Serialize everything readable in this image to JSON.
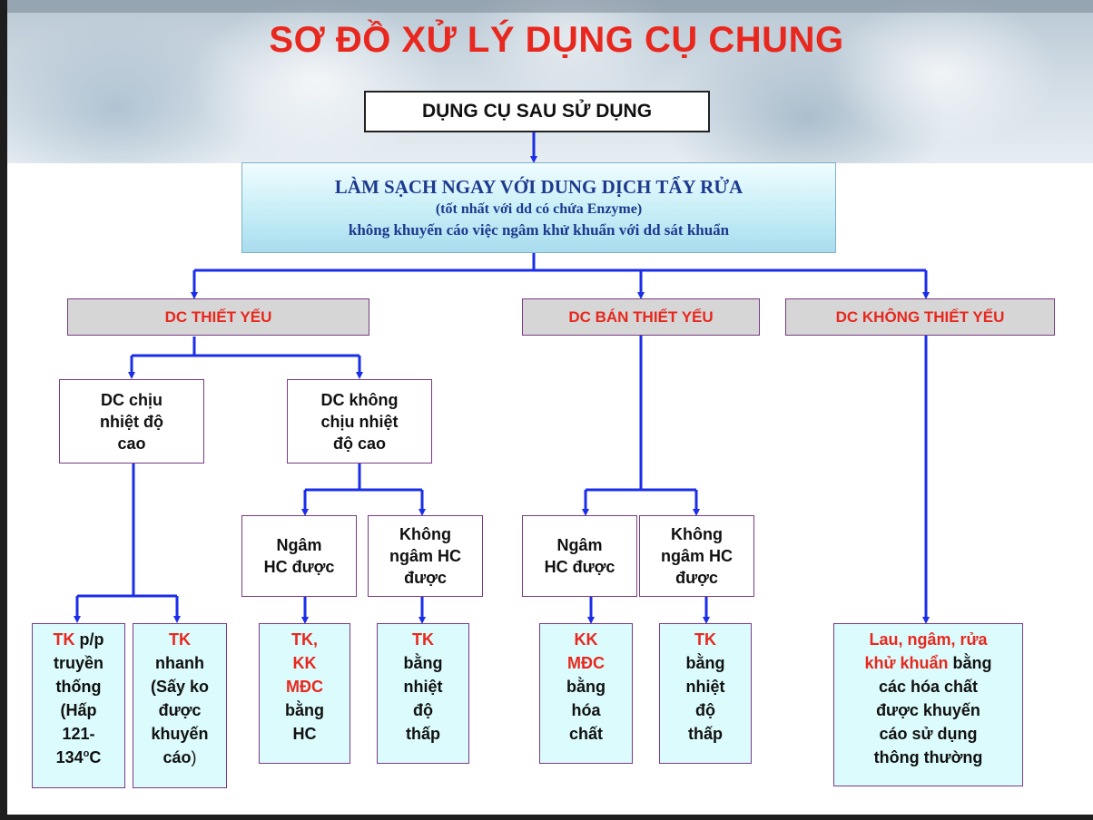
{
  "title": "SƠ ĐỒ XỬ LÝ DỤNG CỤ CHUNG",
  "start": "DỤNG CỤ SAU SỬ DỤNG",
  "clean": {
    "line1": "LÀM SẠCH NGAY VỚI DUNG DỊCH TẨY RỬA",
    "line2": "(tốt nhất với dd có chứa Enzyme)",
    "line3": "không khuyến cáo việc ngâm khử khuẩn với dd sát khuẩn"
  },
  "categories": {
    "critical": "DC THIẾT YẾU",
    "semi_critical": "DC BÁN THIẾT YẾU",
    "non_critical": "DC KHÔNG THIẾT YẾU"
  },
  "critical_branches": {
    "heat_resistant": [
      "DC chịu",
      "nhiệt độ",
      "cao"
    ],
    "heat_sensitive": [
      "DC không",
      "chịu nhiệt",
      "độ cao"
    ]
  },
  "soak_options": {
    "soakable": [
      "Ngâm",
      "HC được"
    ],
    "not_soakable": [
      "Không",
      "ngâm HC",
      "được"
    ]
  },
  "results": {
    "traditional": {
      "red": "TK",
      "l1": " p/p",
      "l2": "truyền",
      "l3": "thống",
      "l4": "(Hấp",
      "l5": "121-",
      "l6a": "134",
      "sup": "o",
      "l6b": "C"
    },
    "fast": {
      "red": "TK",
      "l1": "nhanh",
      "l2": "(Sấy ko",
      "l3": "được",
      "l4": "khuyến",
      "l5a": "cáo",
      "l5b": ")"
    },
    "chem_soak": {
      "red1": "TK,",
      "red2": "KK",
      "red3": "MĐC",
      "l1": "bằng",
      "l2": "HC"
    },
    "low_temp_1": {
      "red": "TK",
      "l1": "bằng",
      "l2": "nhiệt",
      "l3": "độ",
      "l4": "thấp"
    },
    "semi_chem": {
      "red1": "KK",
      "red2": "MĐC",
      "l1": "bằng",
      "l2": "hóa",
      "l3": "chất"
    },
    "low_temp_2": {
      "red": "TK",
      "l1": "bằng",
      "l2": "nhiệt",
      "l3": "độ",
      "l4": "thấp"
    },
    "non_critical": {
      "red1": "Lau, ngâm, rửa",
      "red2": "khử khuẩn",
      "l2b": " bằng",
      "l3": "các hóa chất",
      "l4": "được khuyến",
      "l5": "cáo sử dụng",
      "l6": "thông thường"
    }
  },
  "colors": {
    "title": "#e8281e",
    "arrow": "#1a2ee8",
    "leaf_bg": "#dcfbfc",
    "border": "#7a3a86",
    "clean_text": "#1d3a8f"
  }
}
